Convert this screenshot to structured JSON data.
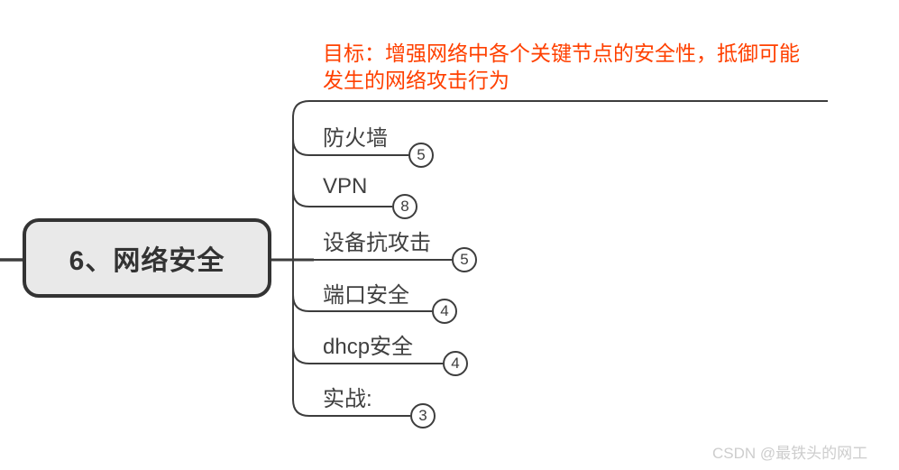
{
  "root": {
    "label": "6、网络安全"
  },
  "goal_note": {
    "lines": [
      "目标：增强网络中各个关键节点的安全性，抵御可能",
      "发生的网络攻击行为"
    ],
    "color": "#ff4000"
  },
  "branches": [
    {
      "label": "防火墙",
      "count": "5"
    },
    {
      "label": "VPN",
      "count": "8"
    },
    {
      "label": "设备抗攻击",
      "count": "5"
    },
    {
      "label": "端口安全",
      "count": "4"
    },
    {
      "label": "dhcp安全",
      "count": "4"
    },
    {
      "label": "实战:",
      "count": "3"
    }
  ],
  "watermark": "CSDN @最铁头的网工",
  "colors": {
    "line": "#3d3d3d",
    "node_fill": "#e9e9e9",
    "node_border": "#333333",
    "branch_text": "#404040",
    "goal_text": "#ff4000",
    "watermark_text": "#cdcdcd"
  }
}
